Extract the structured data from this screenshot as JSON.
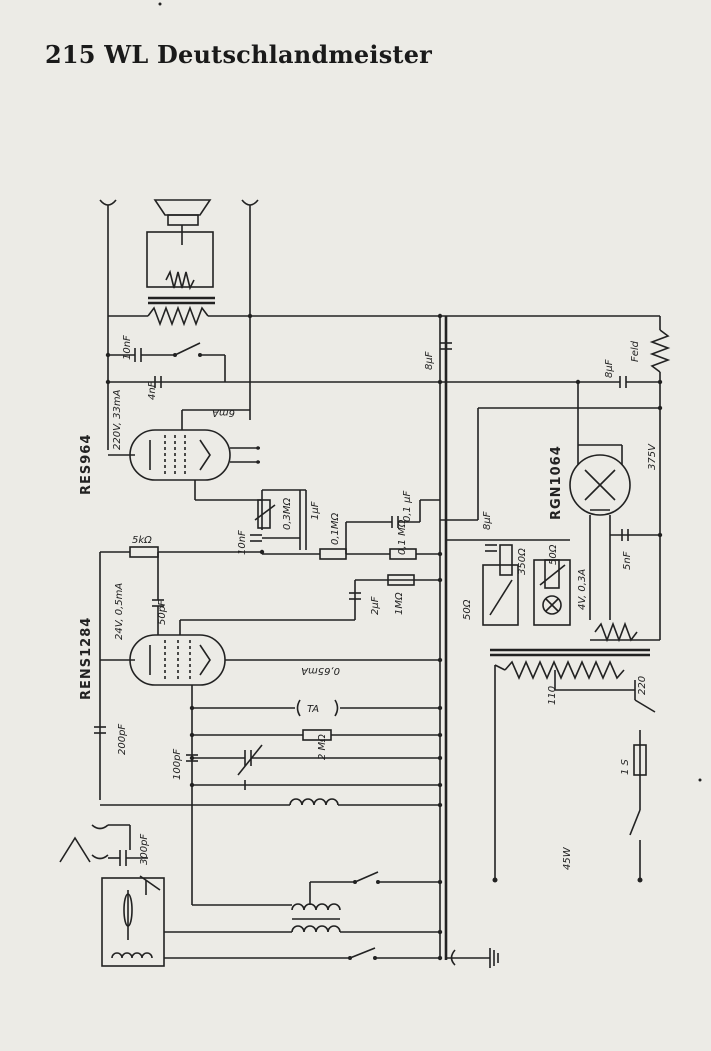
{
  "title": "215 WL Deutschlandmeister",
  "tubes": {
    "output": "RES964",
    "detector": "RENS1284",
    "rectifier": "RGN1064"
  },
  "labels": {
    "out_anode_v": "220V, 33mA",
    "out_current": "6mA",
    "det_anode_v": "24V, 0,5mA",
    "det_current": "0,65mA",
    "rect_v": "375V",
    "lamp": "4V, 0,3A",
    "power": "45W",
    "tap_110": "110",
    "tap_220": "220",
    "fuse": "1 S",
    "field": "Feld",
    "ta": "TA"
  },
  "components": {
    "c_10nf_a": "10nF",
    "c_4nf": "4nF",
    "c_8uf_a": "8μF",
    "c_8uf_b": "8μF",
    "c_8uf_c": "8μF",
    "r_5k": "5kΩ",
    "c_10nf_b": "10nF",
    "r_03m": "0,3MΩ",
    "c_1uf": "1μF",
    "r_01m": "0,1MΩ",
    "c_01uf": "0,1 μF",
    "r_01m_b": "0,1 MΩ",
    "c_50pf": "50pF",
    "c_2uf": "2μF",
    "r_1m": "1MΩ",
    "r_350": "350Ω",
    "r_50a": "50Ω",
    "r_50b": "50Ω",
    "c_5nf": "5nF",
    "c_200pf": "200pF",
    "c_100pf": "100pF",
    "r_2m": "2 MΩ",
    "c_300pf": "300pF"
  }
}
